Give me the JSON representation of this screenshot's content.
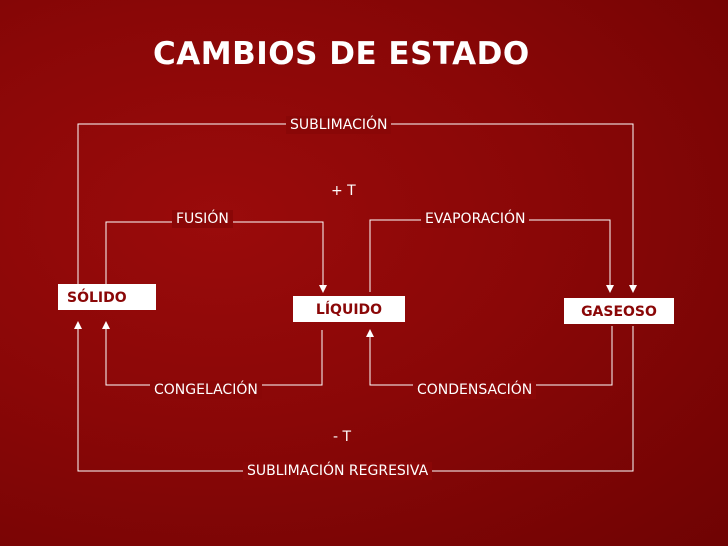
{
  "title": "CAMBIOS DE ESTADO",
  "states": {
    "solid": "SÓLIDO",
    "liquid": "LÍQUIDO",
    "gas": "GASEOSO"
  },
  "processes": {
    "sublimation": "SUBLIMACIÓN",
    "fusion": "FUSIÓN",
    "evaporation": "EVAPORACIÓN",
    "solidification": "CONGELACIÓN",
    "condensation": "CONDENSACIÓN",
    "reverse_sublimation": "SUBLIMACIÓN REGRESIVA"
  },
  "temperature": {
    "increase": "+ T",
    "decrease": "- T"
  },
  "colors": {
    "background": "#8a0707",
    "line": "#ffffff",
    "box_text": "#8a0707"
  }
}
